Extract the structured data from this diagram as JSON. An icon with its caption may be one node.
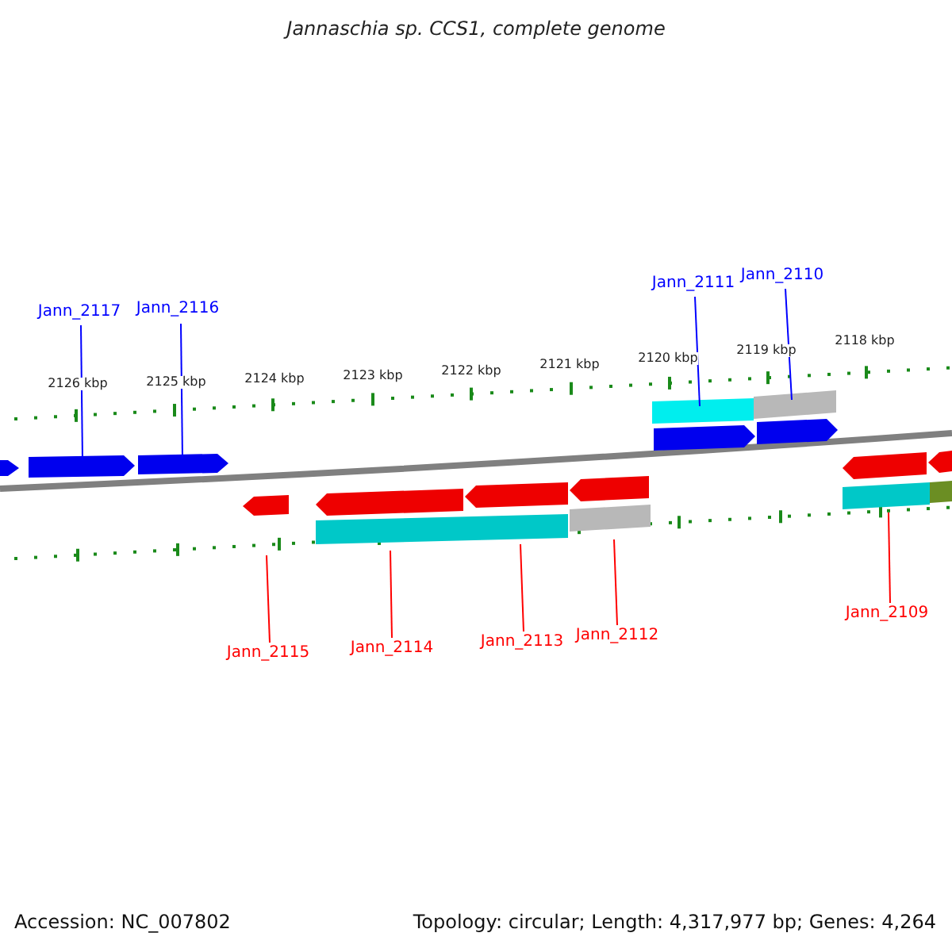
{
  "diagram": {
    "title": "Jannaschia sp. CCS1, complete genome",
    "nodes": [
      {
        "text": [
          "Jann_2117"
        ]
      },
      {
        "text": [
          "Jann_2116"
        ]
      },
      {
        "text": [
          "Jann_2111"
        ]
      },
      {
        "text": [
          "Jann_2110"
        ]
      },
      {
        "text": [
          "Jann_2115"
        ]
      },
      {
        "text": [
          "Jann_2114"
        ]
      },
      {
        "text": [
          "Jann_2113"
        ]
      },
      {
        "text": [
          "Jann_2112"
        ]
      },
      {
        "text": [
          "Jann_2109"
        ]
      }
    ],
    "edges": [
      {
        "from": 0,
        "to": null,
        "arrow": "none",
        "color": "#0000ff"
      },
      {
        "from": 1,
        "to": null,
        "arrow": "none",
        "color": "#0000ff"
      },
      {
        "from": 2,
        "to": null,
        "arrow": "none",
        "color": "#0000ff"
      },
      {
        "from": 3,
        "to": null,
        "arrow": "none",
        "color": "#0000ff"
      },
      {
        "from": 4,
        "to": null,
        "arrow": "none",
        "color": "#ff0000"
      },
      {
        "from": 5,
        "to": null,
        "arrow": "none",
        "color": "#ff0000"
      },
      {
        "from": 6,
        "to": null,
        "arrow": "none",
        "color": "#ff0000"
      },
      {
        "from": 7,
        "to": null,
        "arrow": "none",
        "color": "#ff0000"
      },
      {
        "from": 8,
        "to": null,
        "arrow": "none",
        "color": "#ff0000"
      }
    ],
    "labels": [
      "2126 kbp",
      "2125 kbp",
      "2124 kbp",
      "2123 kbp",
      "2122 kbp",
      "2121 kbp",
      "2120 kbp",
      "2119 kbp",
      "2118 kbp",
      "Accession: NC_007802",
      "Topology: circular; Length: 4,317,977 bp; Genes: 4,264"
    ]
  }
}
